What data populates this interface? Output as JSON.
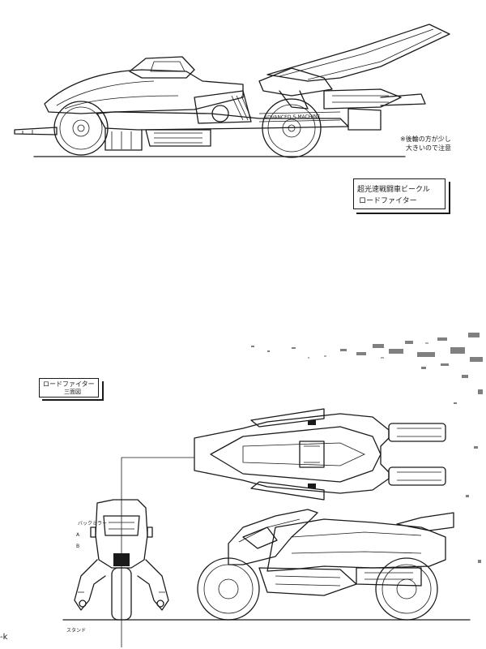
{
  "sheet_1": {
    "side_note_line1": "※後輪の方が少し",
    "side_note_line2": "大きいので注意",
    "title_line1": "超光速戦闘車ビークル",
    "title_line2": "ロードファイター",
    "body_label": "ADVANCED S-MACHINE"
  },
  "sheet_2": {
    "title_line1": "ロードファイター",
    "title_line2": "三面図",
    "label_backmirror": "バックミラー",
    "label_a": "A",
    "label_b": "B",
    "label_stand": "スタンド",
    "corner_mark": "-k"
  }
}
